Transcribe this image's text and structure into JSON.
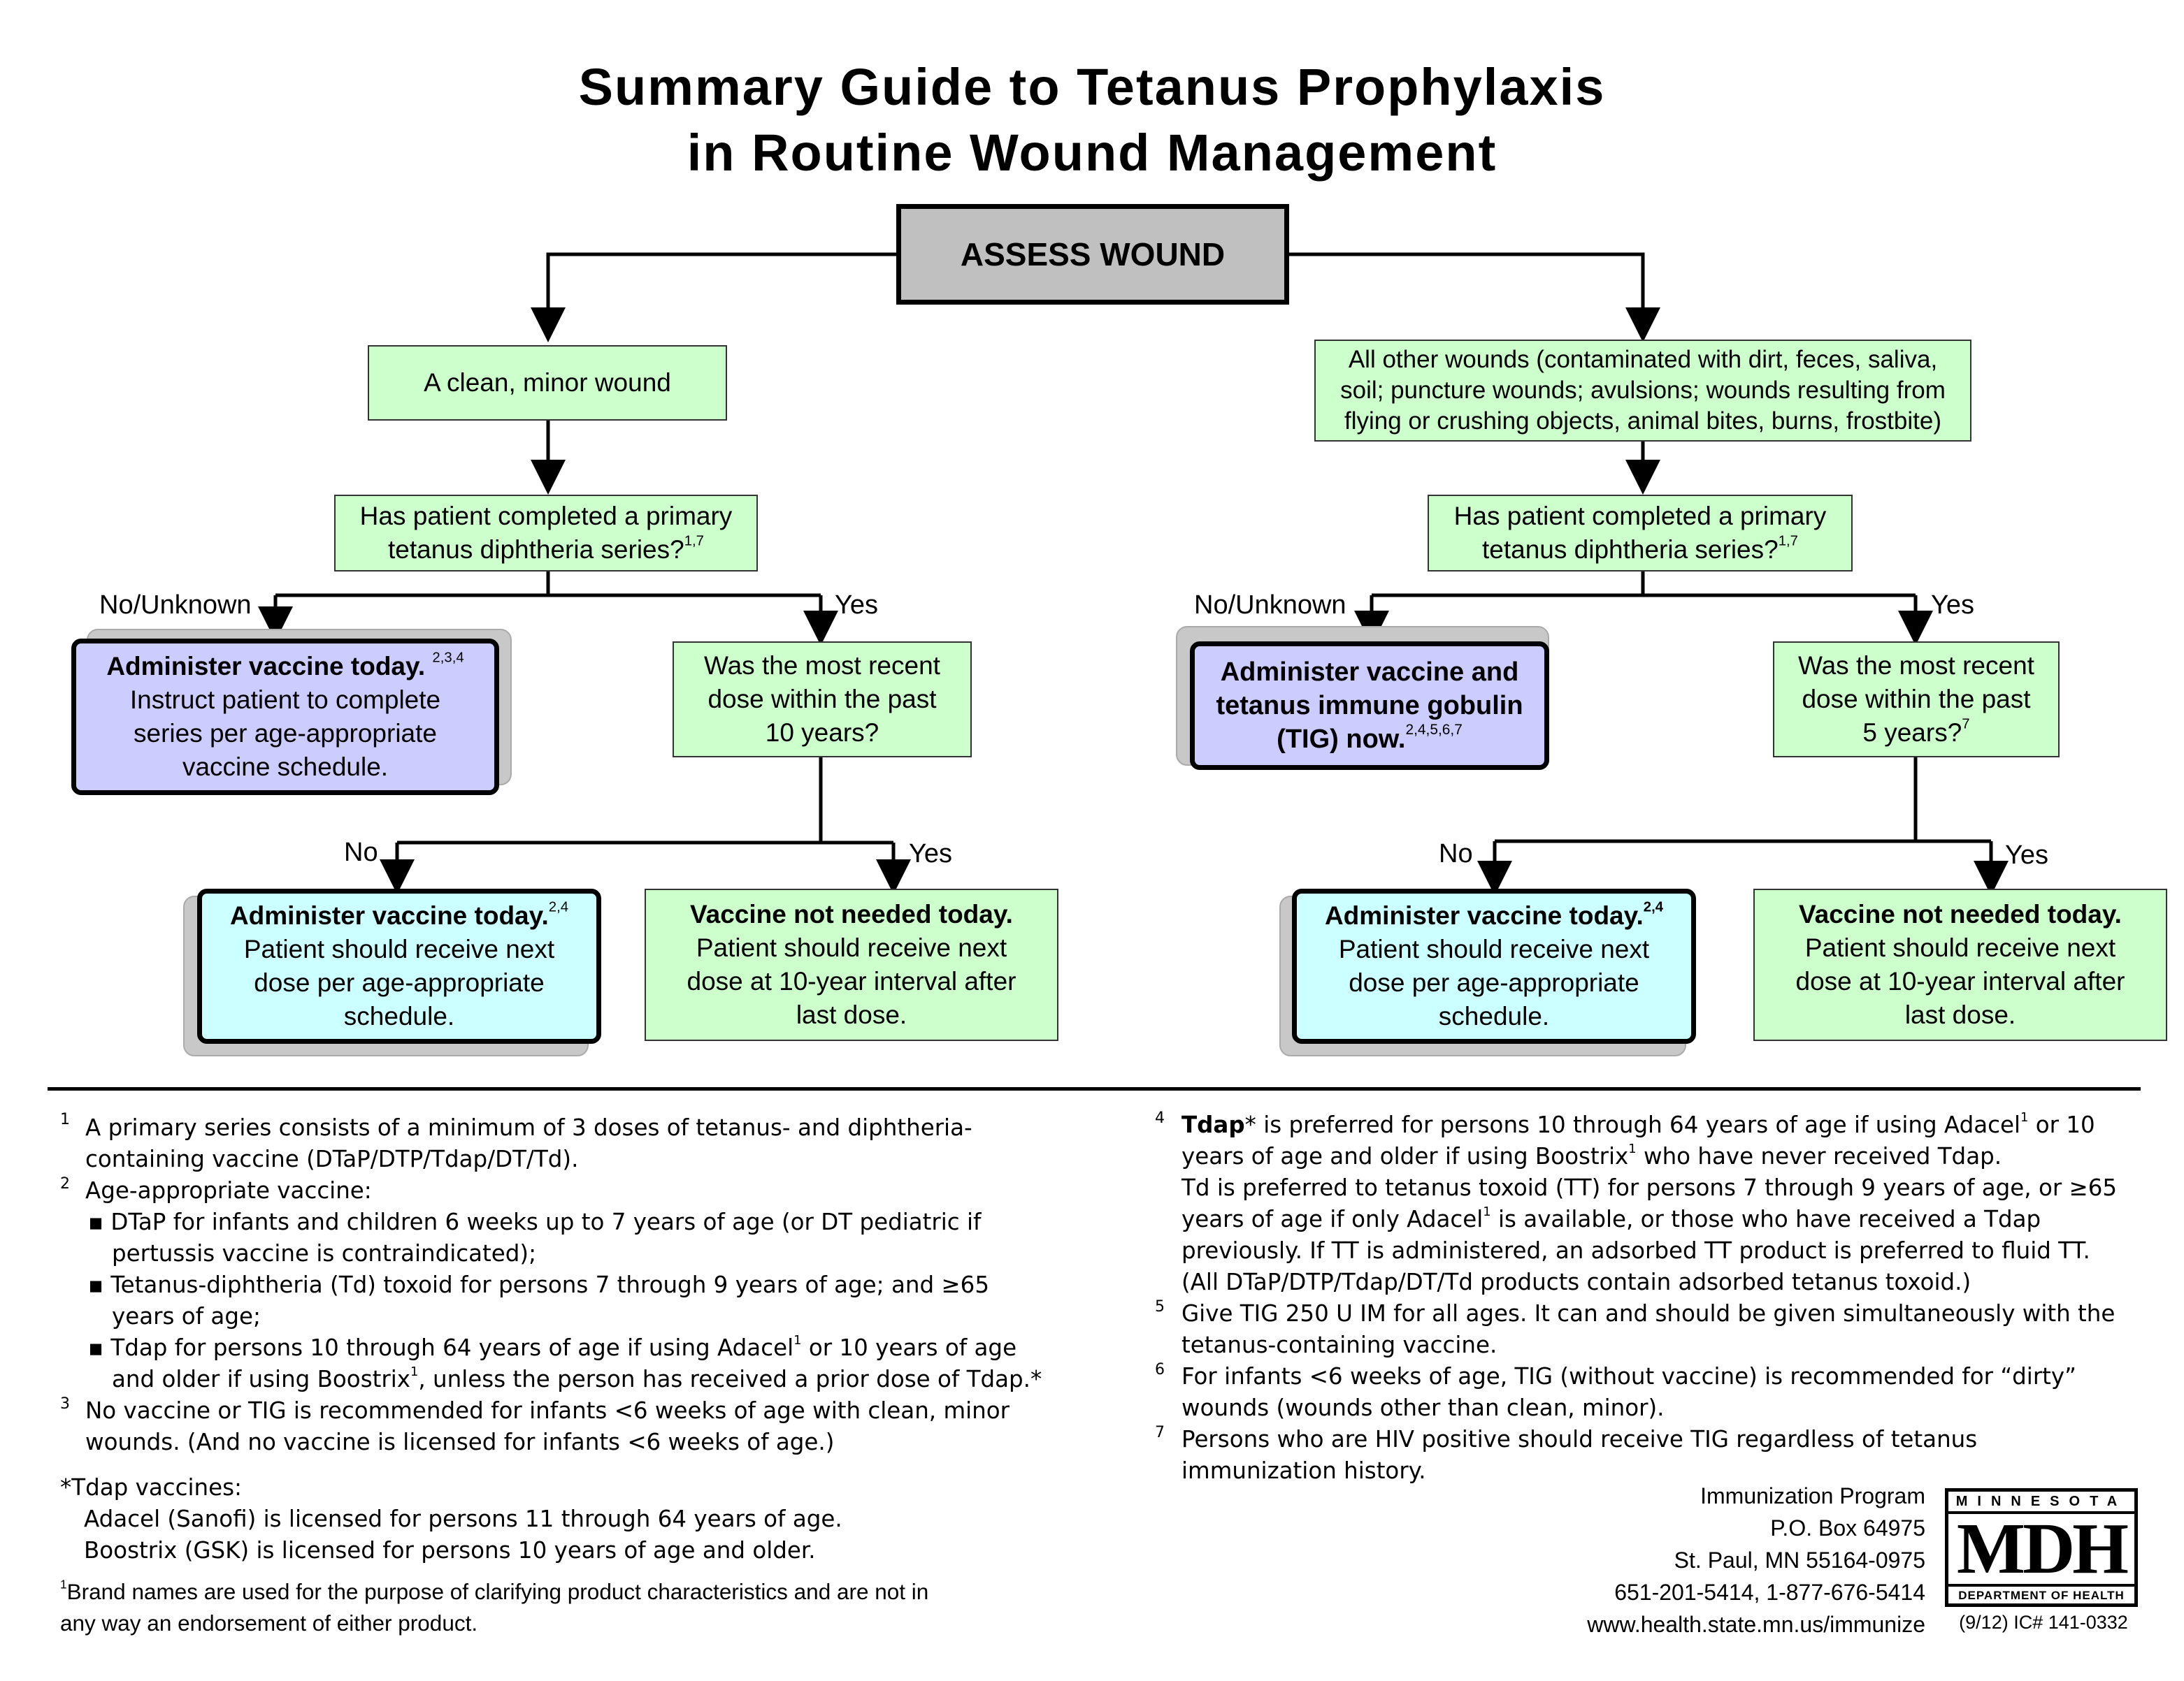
{
  "title": {
    "line1": "Summary Guide to Tetanus Prophylaxis",
    "line2": "in Routine Wound Management"
  },
  "assess": "ASSESS WOUND",
  "left": {
    "wound": "A clean, minor wound",
    "question1": {
      "line1": "Has patient completed a primary",
      "line2": "tetanus diphtheria series?",
      "sup": "1,7"
    },
    "no_label": "No/Unknown",
    "yes_label": "Yes",
    "vaccine_today": {
      "head": "Administer vaccine today.",
      "sup": "2,3,4",
      "line2": "Instruct patient to complete",
      "line3": "series per age-appropriate",
      "line4": "vaccine schedule."
    },
    "question2": {
      "line1": "Was the most recent",
      "line2": "dose within the past",
      "line3": "10 years?"
    },
    "no2_label": "No",
    "yes2_label": "Yes",
    "vaccine_next": {
      "head": "Administer vaccine today.",
      "sup": "2,4",
      "line2": "Patient should receive next",
      "line3": "dose per age-appropriate",
      "line4": "schedule."
    },
    "not_needed": {
      "head": "Vaccine not needed today.",
      "line2": "Patient should receive next",
      "line3": "dose at 10-year interval after",
      "line4": "last dose."
    }
  },
  "right": {
    "wound": {
      "line1": "All other wounds (contaminated with dirt, feces, saliva,",
      "line2": "soil; puncture wounds; avulsions; wounds resulting from",
      "line3": "flying or crushing objects, animal bites, burns, frostbite)"
    },
    "question1": {
      "line1": "Has patient completed a primary",
      "line2": "tetanus diphtheria series?",
      "sup": "1,7"
    },
    "no_label": "No/Unknown",
    "yes_label": "Yes",
    "vaccine_tig": {
      "line1": "Administer vaccine and",
      "line2": "tetanus immune gobulin",
      "line3": "(TIG) now.",
      "sup": "2,4,5,6,7"
    },
    "question2": {
      "line1": "Was the most recent",
      "line2": "dose within the past",
      "line3": "5 years?",
      "sup": "7"
    },
    "no2_label": "No",
    "yes2_label": "Yes",
    "vaccine_next": {
      "head": "Administer vaccine today.",
      "sup": "2,4",
      "line2": "Patient should receive next",
      "line3": "dose per age-appropriate",
      "line4": "schedule."
    },
    "not_needed": {
      "head": "Vaccine not needed today.",
      "line2": "Patient should receive next",
      "line3": "dose at 10-year interval after",
      "line4": "last dose."
    }
  },
  "footnotes_left": {
    "n1": "1",
    "f1_l1": "A primary series consists of a minimum of 3 doses of tetanus- and diphtheria-",
    "f1_l2": "containing vaccine (DTaP/DTP/Tdap/DT/Td).",
    "n2": "2",
    "f2_l1": "Age-appropriate vaccine:",
    "f2_b1_l1": "▪ DTaP for infants and children 6 weeks up to 7 years of age (or DT pediatric if",
    "f2_b1_l2": "pertussis vaccine is contraindicated);",
    "f2_b2_l1": "▪ Tetanus-diphtheria (Td) toxoid for persons 7 through 9 years of age; and ≥65",
    "f2_b2_l2": "years of age;",
    "f2_b3_l1a": "▪ Tdap for persons 10 through 64 years of age if using Adacel",
    "f2_b3_l1sup": "1",
    "f2_b3_l1b": " or 10 years of age",
    "f2_b3_l2a": "and older if using Boostrix",
    "f2_b3_l2sup": "1",
    "f2_b3_l2b": ", unless the person has received a prior dose of Tdap.*",
    "n3": "3",
    "f3_l1": "No vaccine or TIG is recommended for infants <6 weeks of age with clean, minor",
    "f3_l2": "wounds. (And no vaccine is licensed for infants <6 weeks of age.)",
    "tdap_head": "*Tdap vaccines:",
    "tdap_l1": "Adacel (Sanofi) is licensed for persons 11 through 64 years of age.",
    "tdap_l2": "Boostrix (GSK) is licensed for persons 10 years of age and older.",
    "brand_sup": "1",
    "brand_l1": "Brand names are used for the purpose of clarifying product characteristics and are not in",
    "brand_l2": "any way an endorsement of either product."
  },
  "footnotes_right": {
    "n4": "4",
    "f4_bold": "Tdap",
    "f4_l1a": "* is preferred for persons 10 through 64 years of age if using Adacel",
    "f4_l1sup": "1",
    "f4_l1b": " or 10",
    "f4_l2a": "years of age and older if using Boostrix",
    "f4_l2sup": "1",
    "f4_l2b": " who have never received Tdap.",
    "f4_l3": "Td is  preferred to tetanus toxoid (TT) for persons 7 through 9 years of age, or ≥65",
    "f4_l4a": "years of age if only Adacel",
    "f4_l4sup": "1",
    "f4_l4b": " is available, or those who have received a Tdap",
    "f4_l5": "previously. If TT is administered, an adsorbed TT product is preferred to fluid TT.",
    "f4_l6": "(All DTaP/DTP/Tdap/DT/Td products contain adsorbed tetanus toxoid.)",
    "n5": "5",
    "f5_l1": "Give TIG 250 U IM for all ages. It can and should be given simultaneously with the",
    "f5_l2": "tetanus-containing vaccine.",
    "n6": "6",
    "f6_l1": "For infants <6 weeks of age, TIG (without vaccine) is recommended for “dirty”",
    "f6_l2": "wounds (wounds other than clean, minor).",
    "n7": "7",
    "f7_l1": "Persons who are HIV positive should receive TIG regardless of tetanus",
    "f7_l2": "immunization history."
  },
  "address": {
    "l1": "Immunization Program",
    "l2": "P.O. Box 64975",
    "l3": "St. Paul, MN 55164-0975",
    "l4": "651-201-5414, 1-877-676-5414",
    "l5": "www.health.state.mn.us/immunize"
  },
  "logo": {
    "top": "MINNESOTA",
    "mid": "MDH",
    "bottom": "DEPARTMENT OF HEALTH"
  },
  "form_id": "(9/12) IC# 141-0332"
}
